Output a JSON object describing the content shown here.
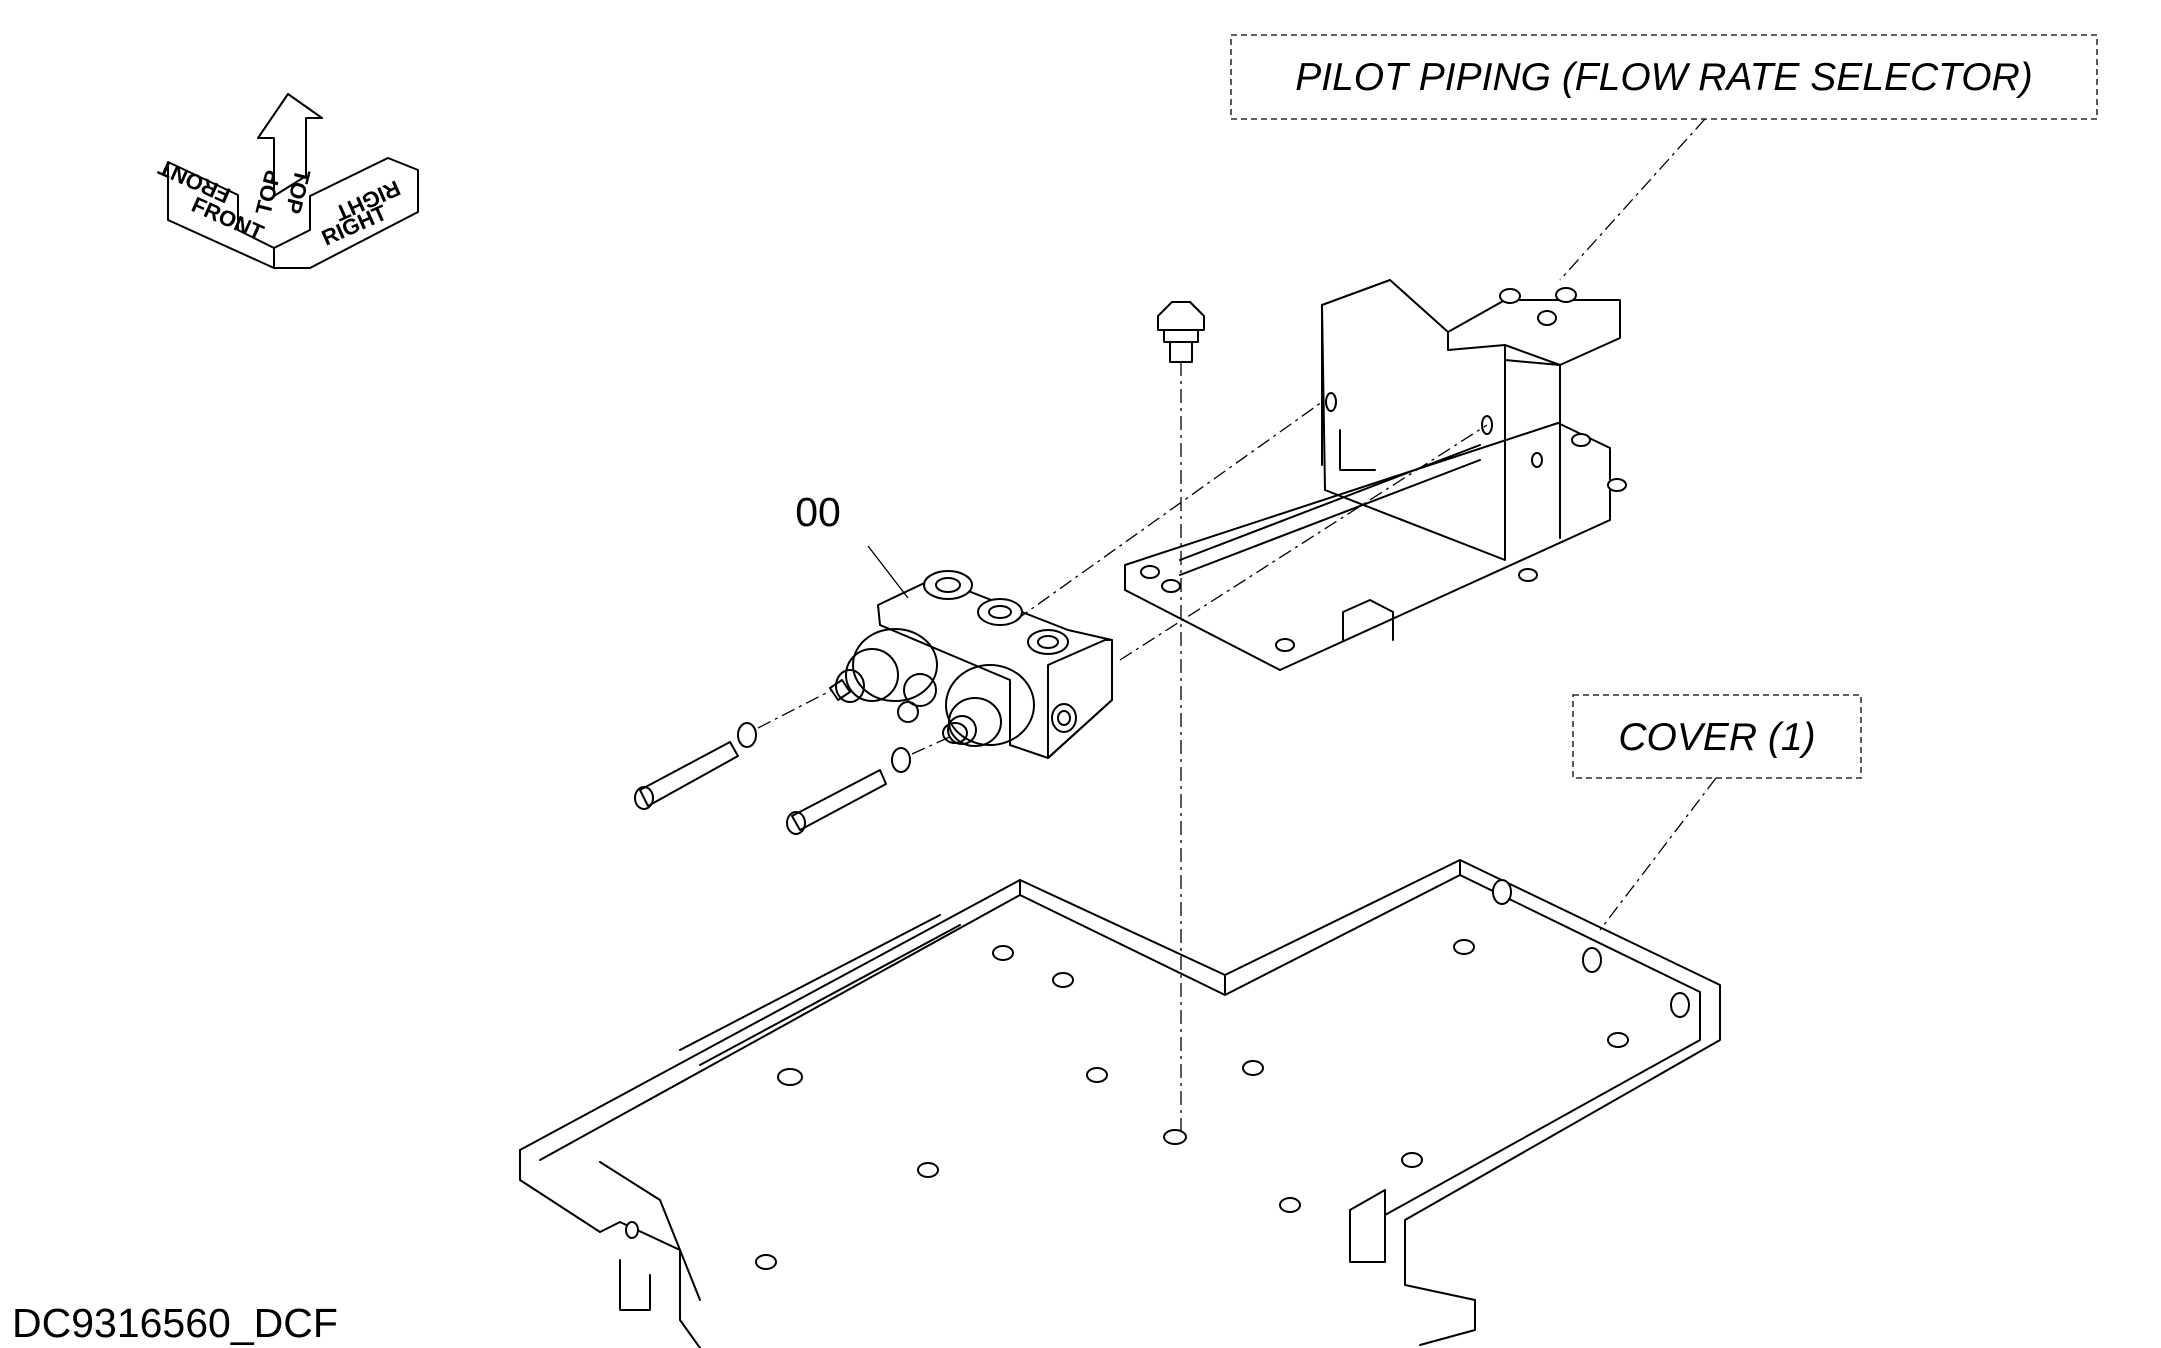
{
  "drawing": {
    "part_label": "00",
    "callouts": {
      "pilot_piping": "PILOT PIPING (FLOW RATE SELECTOR)",
      "cover": "COVER (1)"
    },
    "orientation": {
      "front": "FRONT",
      "top": "TOP",
      "right": "RIGHT"
    },
    "drawing_id": "DC9316560_DCF"
  }
}
